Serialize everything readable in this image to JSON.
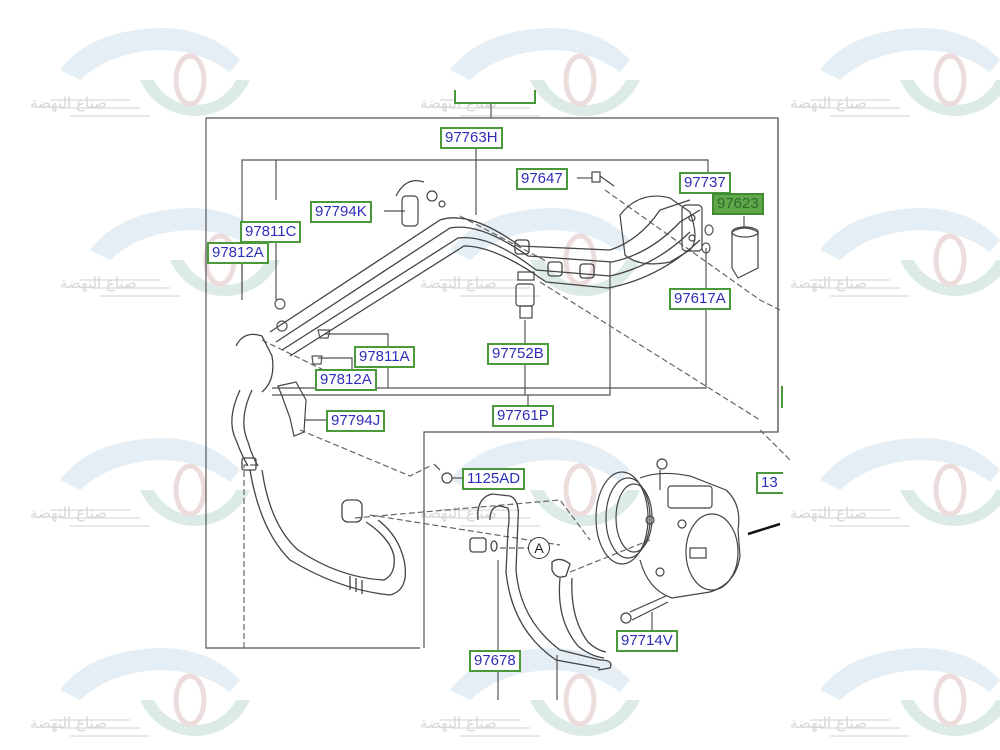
{
  "diagram": {
    "title": "A/C hose and compressor parts diagram",
    "accent_colors": {
      "label_border": "#4a9a3c",
      "label_text": "#2e2eb8",
      "selected_fill": "#5fa84a"
    },
    "labels": [
      {
        "id": "top_cut",
        "text": "",
        "selected": false
      },
      {
        "id": "97763H",
        "text": "97763H",
        "selected": false
      },
      {
        "id": "97647",
        "text": "97647",
        "selected": false
      },
      {
        "id": "97737",
        "text": "97737",
        "selected": false
      },
      {
        "id": "97623",
        "text": "97623",
        "selected": true
      },
      {
        "id": "97794K",
        "text": "97794K",
        "selected": false
      },
      {
        "id": "97811C",
        "text": "97811C",
        "selected": false
      },
      {
        "id": "97812A_top",
        "text": "97812A",
        "selected": false
      },
      {
        "id": "97617A",
        "text": "97617A",
        "selected": false
      },
      {
        "id": "97811A",
        "text": "97811A",
        "selected": false
      },
      {
        "id": "97752B",
        "text": "97752B",
        "selected": false
      },
      {
        "id": "97812A_mid",
        "text": "97812A",
        "selected": false
      },
      {
        "id": "97794J",
        "text": "97794J",
        "selected": false
      },
      {
        "id": "97761P",
        "text": "97761P",
        "selected": false
      },
      {
        "id": "1125AD",
        "text": "1125AD",
        "selected": false
      },
      {
        "id": "13_cut",
        "text": "13",
        "selected": false
      },
      {
        "id": "97714V",
        "text": "97714V",
        "selected": false
      },
      {
        "id": "97678",
        "text": "97678",
        "selected": false
      }
    ],
    "callout": "A"
  },
  "watermark": {
    "text": "صناع النهضة",
    "icon": "car-gear-logo-icon"
  }
}
